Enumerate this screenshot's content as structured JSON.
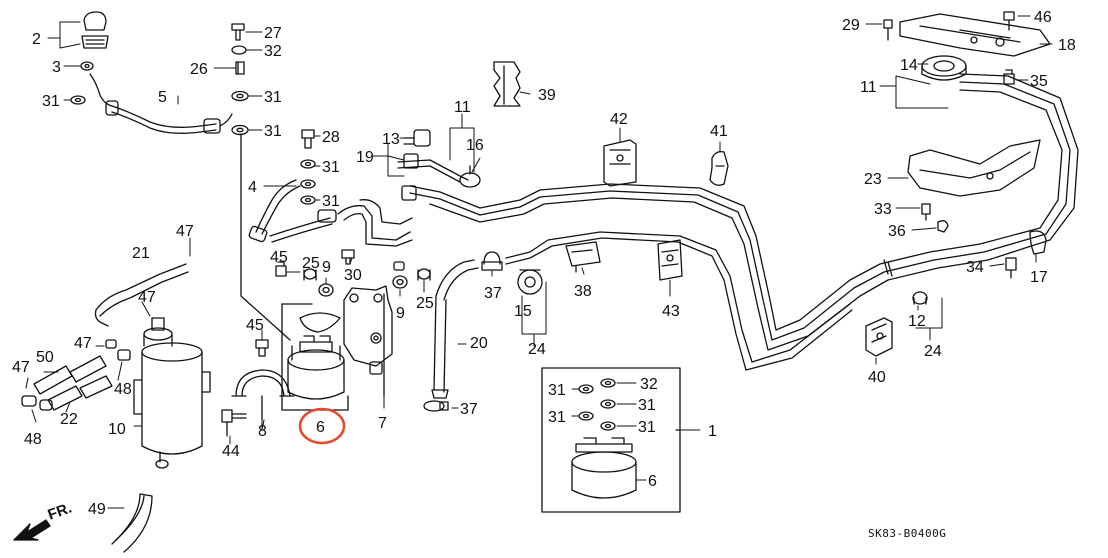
{
  "diagram": {
    "code": "SK83-B0400G",
    "front_label": "FR.",
    "highlighted_callout": "6",
    "highlight_color": "#e8472b",
    "line_color": "#111111"
  },
  "callouts": {
    "c1": "1",
    "c2": "2",
    "c3": "3",
    "c4": "4",
    "c5": "5",
    "c6a": "6",
    "c6b": "6",
    "c7": "7",
    "c8": "8",
    "c9a": "9",
    "c9b": "9",
    "c10": "10",
    "c11a": "11",
    "c11b": "11",
    "c12": "12",
    "c13": "13",
    "c14": "14",
    "c15": "15",
    "c16": "16",
    "c17": "17",
    "c18": "18",
    "c19": "19",
    "c20": "20",
    "c21": "21",
    "c22": "22",
    "c23": "23",
    "c24a": "24",
    "c24b": "24",
    "c25a": "25",
    "c25b": "25",
    "c26": "26",
    "c27": "27",
    "c28": "28",
    "c29": "29",
    "c30": "30",
    "c31a": "31",
    "c31b": "31",
    "c31c": "31",
    "c31d": "31",
    "c31e": "31",
    "c31f": "31",
    "c31g": "31",
    "c31h": "31",
    "c31i": "31",
    "c32a": "32",
    "c32b": "32",
    "c33": "33",
    "c34": "34",
    "c35": "35",
    "c36": "36",
    "c37a": "37",
    "c37b": "37",
    "c38": "38",
    "c39": "39",
    "c40": "40",
    "c41": "41",
    "c42": "42",
    "c43": "43",
    "c44": "44",
    "c45a": "45",
    "c45b": "45",
    "c46": "46",
    "c47a": "47",
    "c47b": "47",
    "c47c": "47",
    "c47d": "47",
    "c48a": "48",
    "c48b": "48",
    "c49": "49",
    "c50": "50"
  }
}
